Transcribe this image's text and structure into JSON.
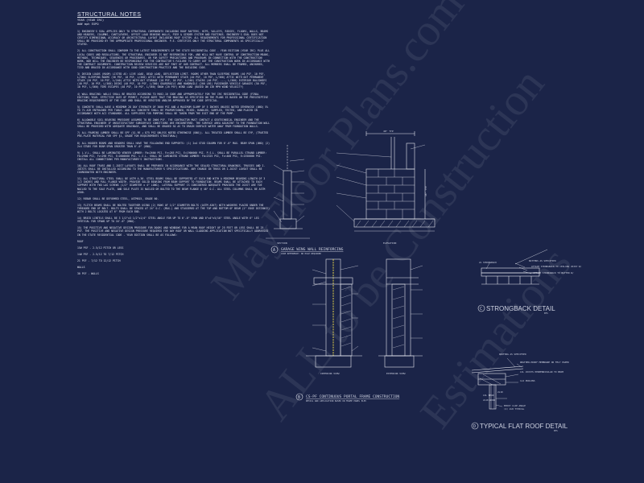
{
  "notes": {
    "title": "STRUCTURAL NOTES",
    "code_line": "YEAR  (YEAR IRC)",
    "wind_line": "### mph EXPO",
    "items": [
      "1) ENGINEER'S SEAL APPLIES ONLY TO STRUCTURAL COMPONENTS INCLUDING ROOF RAFTERS, HIPS, VALLEYS, RIDGES, FLOORS, WALLS, BEAMS AND HEADERS, COLUMNS, CANTILEVERS, OFFSET LOAD BEARING WALLS, PIER & GIRDER SYSTEM AND FOOTINGS. ENGINEER'S SEAL DOES NOT CERTIFY DIMENSIONAL ACCURACY OR ARCHITECTURAL LAYOUT INCLUDING ROOF SYSTEM. ALL REQUIREMENTS FOR PROFESSIONAL CERTIFICATION SHALL BE PROVIDED BY THE APPROPRIATE PROFESSIONAL ENGINEER. P.E. CERTIFIES ONLY THE STRUCTURAL COMPONENTS AS SPECIFICALLY STATED.",
      "2) ALL CONSTRUCTION SHALL CONFORM TO THE LATEST REQUIREMENTS OF THE STATE RESIDENTIAL CODE - YEAR EDITION (YEAR IRC) PLUS ALL LOCAL CODES AND REGULATIONS. THE STRUCTURAL ENGINEER IS NOT RESPONSIBLE FOR, AND WILL NOT HAVE CONTROL OF CONSTRUCTION MEANS, METHODS, TECHNIQUES, SEQUENCES OR PROCEDURES, OR FOR SAFETY PRECAUTIONS AND PROGRAMS IN CONNECTION WITH THE CONSTRUCTION WORK, NOR WILL THE ENGINEER BE RESPONSIBLE FOR THE CONTRACTOR'S FAILURE TO CARRY OUT THE CONSTRUCTION WORK IN ACCORDANCE WITH THE CONTRACT DOCUMENTS. CONSTRUCTION REVIEW SERVICES ARE NOT PART OF OUR CONTRACT. ALL MEMBERS SHALL BE FRAMED, ANCHORED, TIED AND BRACED IN ACCORDANCE WITH GOOD CONSTRUCTION PRACTICE AND THE BUILDING CODE.",
      "3) DESIGN LOADS (ROOM) LISTED AS: LIVE LOAD, DEAD LOAD, DEFLECTION LIMIT. ROOMS OTHER THAN SLEEPING ROOMS (40 PSF, 10 PSF, L/360) SLEEPING ROOMS (30 PSF, 10 PSF, L/360) ATTIC WITH PERMANENT STAIR (40 PSF, 10 PSF, L/360) ATTIC WITH OUT PERMANENT STAIR (20 PSF, 10 PSF, L/240) ATTIC WITH OUT STORAGE (10 PSF, 10 PSF, L/240) STAIRS (40 PSF, ---, L/360) EXTERIOR BALCONIES (40 PSF, 10 PSF, L/360) DECKS (40 PSF, 10 PSF, L/360) GUARDRAILS AND HANDRAILS (200 LBS) PASSENGER VEHICLE GARAGES (50 PSF, 10 PSF, L/360) FIRE ESCAPES (40 PSF, 10 PSF, L/360) SNOW (20 PSF) WIND LOAD (BASED ON 130 MPH WIND VELOCITY)",
      "4) WALL BRACING: WALLS SHALL BE BRACED ACCORDING TO R602.10 CODE AND APPROPRIATELY FOR THE IRC RESIDENTIAL CODE (FINAL EDITION) YEAR. EFFECTIVE DATE OF PERMIT, PLEASE NOTE THAT THE BRACING AS SPECIFIED ON THE PLANS IS BASED ON THE PRESCRIPTIVE BRACING REQUIREMENTS OF THE CODE AND SHALL BE VERIFIED AND/OR APPROVED BY THE CODE OFFICIAL.",
      "5) CONCRETE SHALL HAVE A MINIMUM 28 DAY STRENGTH OF 3000 PSI AND A MAXIMUM SLUMP OF 5 INCHES UNLESS NOTED OTHERWISE (UNO) 5% TO 7% AIR ENTRAINED PER TABLE. ADD ALL CONCRETE SHALL BE PROPORTIONED, MIXED, HANDLED, SAMPLED, TESTED, AND PLACED IN ACCORDANCE WITH ACI STANDARDS. ALL SUPPLIERS FOR PUMPING SHALL BE TAKEN FROM THE EXIT END OF THE PUMP.",
      "6) ALLOWABLE SOIL BEARING PRESSURE ASSUMED TO BE 2000 PSF. THE CONTRACTOR MUST CONTACT A GEOTECHNICAL ENGINEER AND THE STRUCTURAL ENGINEER IF UNSATISFACTORY SUBSURFACE CONDITIONS ARE ENCOUNTERED. THE SURFACE AREA ADJACENT TO THE FOUNDATION WALL SHALL BE PROVIDED WITH ADEQUATE DRAINAGE, AND SHALL BE GRADED SO AS TO DRAIN SURFACE WATER AWAY FROM FOUNDATION WALLS.",
      "7) ALL FRAMING LUMBER SHALL BE SPF (§1.9E + 875 PSI UNLESS NOTED OTHERWISE (UNO)). ALL TREATED LUMBER SHALL BE SYP, (TRUSTED PRE-PLATE MATERIAL FOR SPF §1, GRADE FOR REQUIREMENTS STRUCTURAL)",
      "8) ALL HOODER BEAMS AND HEADERS SHALL HAVE THE FOLLOWING END SUPPORTS: (1) 2x4 STUD COLUMN FOR 6'-0\" MAX. BEAM SPAN (UNO) (2) 2x4 STUDS FOR BEAM SPAN GREATER THAN 6'-0\" (UNO).",
      "9) L.V.L. SHALL BE LAMINATED VENEER LUMBER: Fb=2600 PSI, Fv=285 PSI, E=1900000 PSI. P.S.L. SHALL BE PARALLEL STRAND LUMBER: Fb=2900 PSI, Fv=290 PSI, E=2000000 PSI. L.S.L. SHALL BE LAMINATED STRAND LUMBER: Fb=2325 PSI, Fv=400 PSI, E=1550000 PSI. INSTALL ALL CONNECTIONS PER MANUFACTURER'S INSTRUCTIONS.",
      "10) ALL ROOF TRUSS AND I-JOIST LAYOUTS SHALL BE PREPARED IN ACCORDANCE WITH THE SEALED STRUCTURAL DRAWINGS. TRUSSES AND I-JOISTS SHALL BE INSTALLED ACCORDING TO THE MANUFACTURER'S SPECIFICATIONS. ANY CHANGE IN TRUSS OR I-JOIST LAYOUT SHALL BE COORDINATED WITH ENGINEER.",
      "11) ALL STRUCTURAL STEEL SHALL BE ASTM A-36. STEEL BEAMS SHALL BE SUPPORTED AT EACH END WITH A MINIMUM BEARING LENGTH OF 3 1/2 INCHES AND FULL FLANGE WIDTH. PROVIDE SOLID BEARING FROM BEAM SUPPORT TO FOUNDATION. BEAMS SHALL BE ATTACHED TO EACH SUPPORT WITH TWO LAG SCREWS (1/2\" DIAMETER x 4\" LONG). LATERAL SUPPORT IS CONSIDERED ADEQUATE PROVIDED THE JOIST ARE TOE NAILED TO THE SOLE PLATE, AND SOLE PLATE IS NAILED OR BOLTED TO THE BEAM FLANGE @ 48\" O.C. ALL STEEL COLUMNS SHALL BE ASTM A500.",
      "12) REBAR SHALL BE DEFORMED STEEL, ASTM615, GRADE 60.",
      "13) FLITCH BEAMS SHALL BE BOLTED TOGETHER USING (2) ROWS OF 1/2\" DIAMETER BOLTS (ASTM A307) WITH WASHERS PLACED UNDER THE THREADED END OF BOLT. BOLTS SHALL BE SPACED AT 24\" O.C. (MAX.) AND STAGGERED AT THE TOP AND BOTTOM OF BEAM (2\" EDGE DISTANCE) WITH 2 BOLTS LOCATED AT 6\" FROM EACH END.",
      "14) BRICK LINTELS SHALL BE 3 1/2\"x3 1/2\"x1/4\" STEEL ANGLE FOR UP TO 6'-0\" SPAN AND 6\"x4\"x5/16\" STEEL ANGLE WITH 6\" LEG VERTICAL FOR SPANS UP TO 16'-0\" (UNO).",
      "15) THE POSITIVE AND NEGATIVE DESIGN PRESSURE FOR DOORS AND WINDOWS FOR A MEAN ROOF HEIGHT OF 25 FEET OR LESS SHALL BE 25 PSF. THE POSITIVE AND NEGATIVE DESIGN PRESSURE REQUIRED FOR ANY ROOF OR WALL CLADDING APPLICATION NOT SPECIFICALLY ADDRESSED IN THE STATE RESIDENTIAL CODE - YEAR EDITION SHALL BE AS FOLLOWS:",
      "ROOF",
      "15# PSF - 2.5/12 PITCH OR LESS",
      "14# PSF - 2.5/12 TO 7/12 PITCH",
      "21 PSF - 7/12 TO 12/12 PITCH",
      "WALLS",
      "30 PSF - WALLS"
    ]
  },
  "details": {
    "garage": {
      "number": "A",
      "title": "GARAGE WING WALL REINFORCING",
      "subtitle": "CODE REFERENCE: NO HOLE REQUIRED",
      "section_label": "SECTION",
      "elevation_label": "ELEVATION",
      "dim_top": "48\" TYP",
      "dim_side": "48\" TYP"
    },
    "portal": {
      "number": "B",
      "title": "CS-PF CONTINUOUS PORTAL FRAME CONSTRUCTION",
      "subtitle": "DETAIL AND APPLICATION BASED ON FRAME PANEL ELEV",
      "interior_label": "INTERIOR VIEW",
      "exterior_label": "EXTERIOR VIEW"
    },
    "strongback": {
      "number": "C",
      "title": "STRONGBACK DETAIL",
      "scale": "NTS",
      "callouts": [
        "BATTENS AS SPECIFIED",
        "ATTACH STRONGBACK TO CEILING JOIST W/",
        "ATTACH STRONGBACK TO BATTEN W/"
      ],
      "left_label": "2x STRONGBACK"
    },
    "flatroof": {
      "number": "D",
      "title": "TYPICAL FLAT ROOF DETAIL",
      "scale": "NTS",
      "callouts": [
        "ROOFING AS SPECIFIED",
        "WEATHER-PROOF MEMBRANE OR FELT PAPER",
        "LVL JOISTS PERPENDICULAR TO BEAM",
        "1x4 PURLINS",
        "LVL BEAD",
        "2x10",
        "2x10 WOOD",
        "EPOXY CLIP ANGLE",
        "(2) 2x8 TYPICAL"
      ]
    }
  },
  "watermark": {
    "lines": [
      "MayFloor Plans.com",
      "ALL to be Construction",
      "Estimations"
    ]
  },
  "colors": {
    "background": "#1b2448",
    "ink": "#e6e8f0",
    "accent_yellow": "#e5d44a"
  }
}
